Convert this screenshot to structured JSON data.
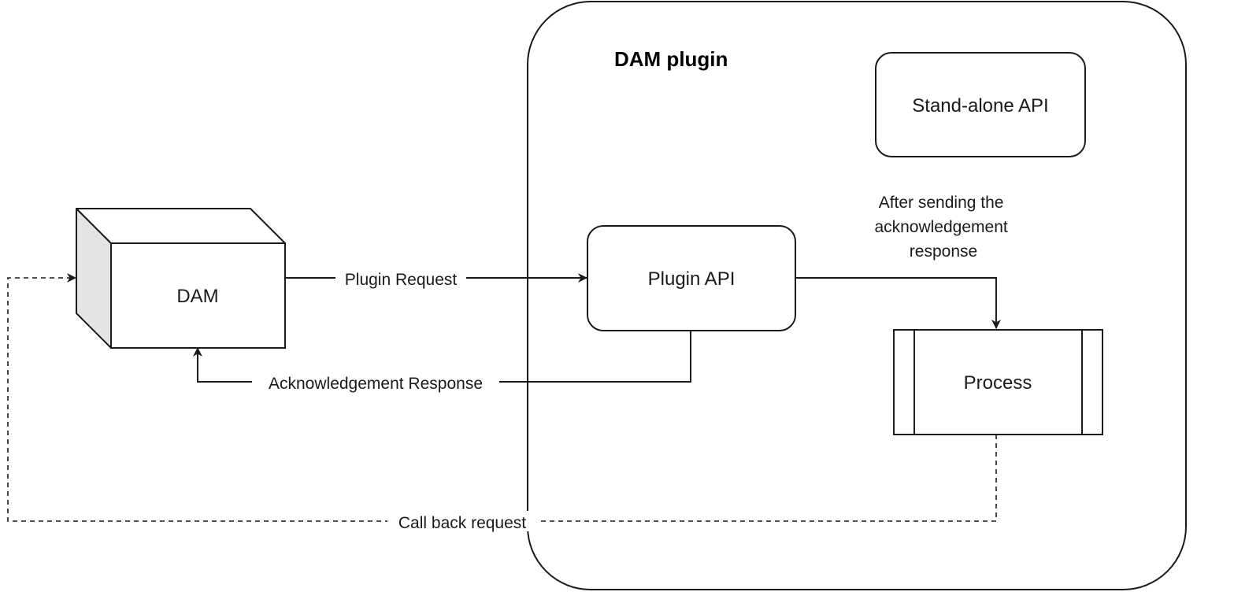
{
  "diagram": {
    "container": {
      "title": "DAM plugin"
    },
    "nodes": {
      "dam": {
        "label": "DAM"
      },
      "plugin_api": {
        "label": "Plugin API"
      },
      "standalone_api": {
        "label": "Stand-alone API"
      },
      "process": {
        "label": "Process"
      }
    },
    "edges": {
      "plugin_request": {
        "label": "Plugin Request"
      },
      "ack_response": {
        "label": "Acknowledgement Response"
      },
      "after_sending": {
        "label_lines": [
          "After sending the",
          "acknowledgement",
          "response"
        ]
      },
      "callback": {
        "label": "Call back request"
      }
    }
  }
}
